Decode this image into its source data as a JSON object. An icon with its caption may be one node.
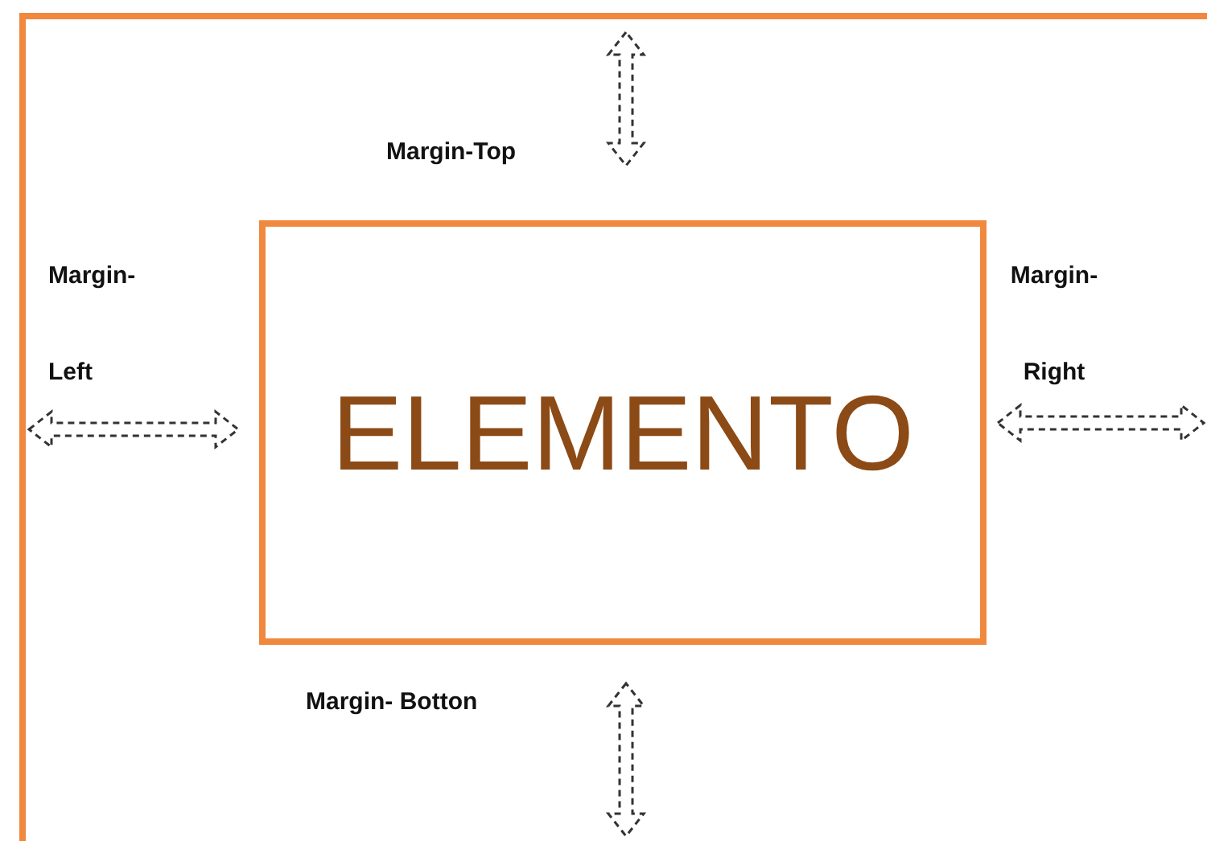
{
  "diagram": {
    "nodes": [
      {
        "text": [],
        "shape": "box"
      },
      {
        "text": [
          "ELEMENTO"
        ],
        "in": 0
      }
    ],
    "labels": [
      "Margin-Top",
      "Margin- Left",
      "Margin- Right",
      "Margin- Botton"
    ]
  }
}
